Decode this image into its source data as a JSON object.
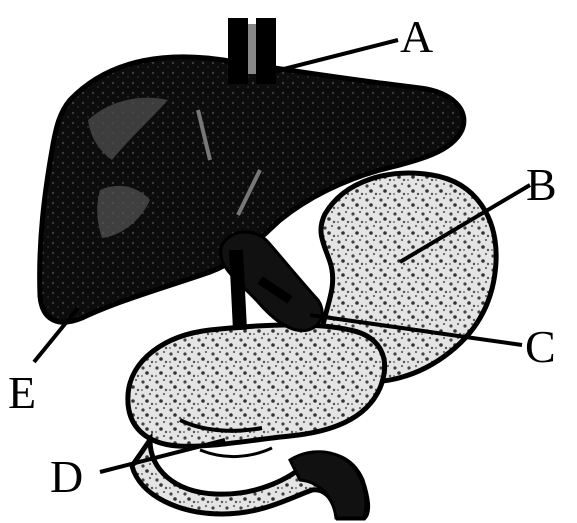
{
  "labels": {
    "a": "A",
    "b": "B",
    "c": "C",
    "d": "D",
    "e": "E"
  },
  "colors": {
    "ink": "#000000",
    "paper": "#ffffff",
    "tissue_mid": "#6a6a6a",
    "tissue_light": "#d8d8d8"
  }
}
